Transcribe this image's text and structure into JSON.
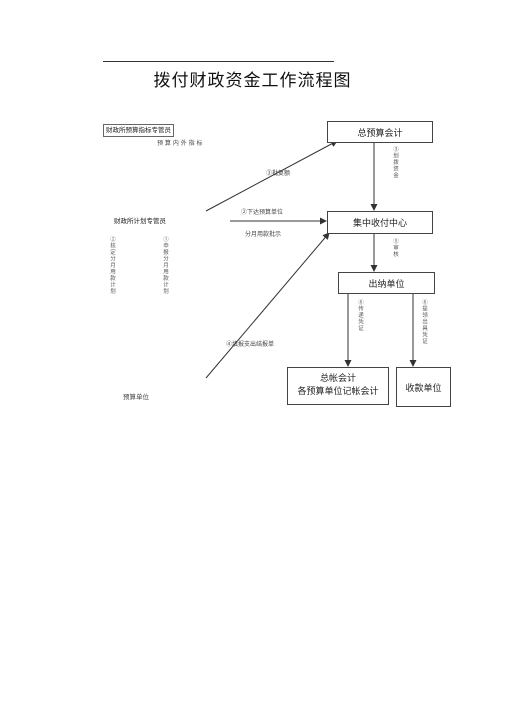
{
  "title": "拨付财政资金工作流程图",
  "left": {
    "box1": "财政所预算指标专管员",
    "box1_sub": "预 算 内 外 指 标",
    "box2": "财政所计划专管员",
    "col_left": "②核定分月用款计划",
    "col_right": "①申报分月用款计划",
    "box3": "预算单位"
  },
  "right": {
    "zongyusuan": "总预算会计",
    "jizhong": "集中收付中心",
    "chuna": "出纳单位",
    "zongzhang_line1": "总帐会计",
    "zongzhang_line2": "各预算单位记帐会计",
    "shoukuan": "收款单位"
  },
  "edges": {
    "e1": "③批复额",
    "e2": "②下达预算单位",
    "e3": "分月用款批示",
    "e4": "④填报支出结报单",
    "v1": "③划拨资金",
    "v2": "⑤审核",
    "v3": "⑥传递凭证",
    "v4": "⑥提领出具凭证"
  }
}
